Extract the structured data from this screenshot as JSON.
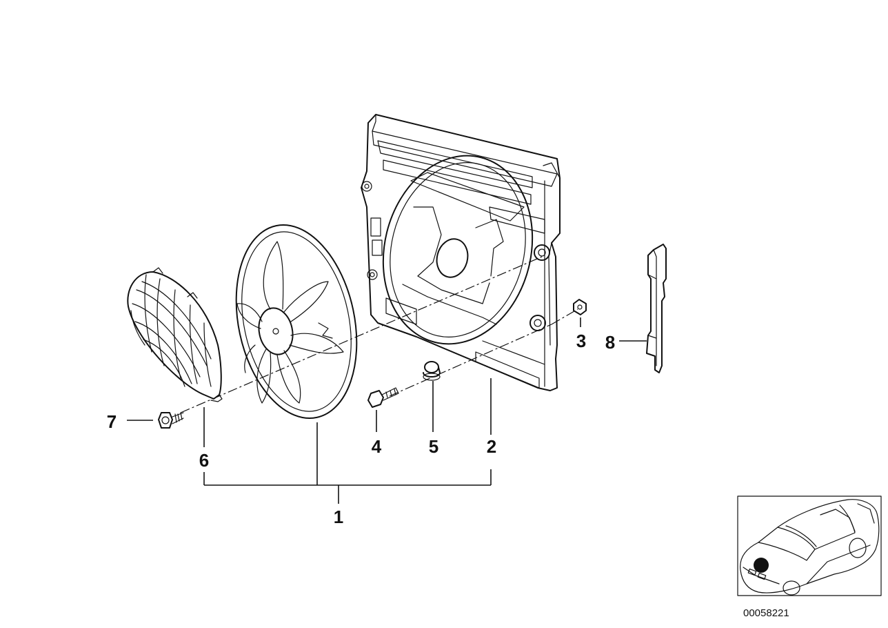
{
  "callouts": {
    "c1": "1",
    "c2": "2",
    "c3": "3",
    "c4": "4",
    "c5": "5",
    "c6": "6",
    "c7": "7",
    "c8": "8"
  },
  "diagram_id": "00058221",
  "icons": {
    "shroud": "fan-shroud-icon",
    "fan": "fan-blade-icon",
    "cover": "fan-cover-icon",
    "bracket": "bracket-icon",
    "car": "car-location-icon"
  }
}
